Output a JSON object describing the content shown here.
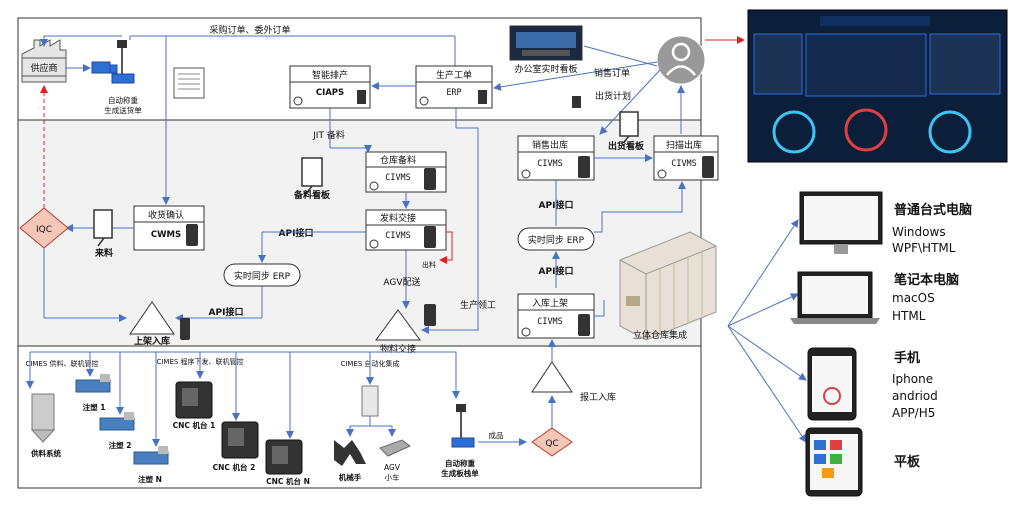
{
  "colors": {
    "flow_line": "#4a72c4",
    "red_line": "#e02020",
    "box_stroke": "#333333",
    "band_fill": "#f2f2f2",
    "dark_panel": "#0b1e3a",
    "iqc_fill": "#f4c7b8",
    "iqc_stroke": "#c0392b"
  },
  "top": {
    "supplier": "供应商",
    "purchase_order": "采购订单、委外订单",
    "auto_weigh": "自动称重",
    "gen_delivery_note": "生成送货单",
    "smart_sched": "智能排产",
    "ciaps": "CIAPS",
    "prod_order": "生产工单",
    "erp": "ERP",
    "office_board": "办公室实时看板",
    "sales_order": "销售订单",
    "ship_plan": "出货计划"
  },
  "middle": {
    "jit": "JIT 备料",
    "wh_prep": "仓库备料",
    "civms": "CIVMS",
    "prep_board": "备料看板",
    "receive_confirm": "收货确认",
    "cwms": "CWMS",
    "iqc": "IQC",
    "incoming": "来料",
    "issue_handover": "发料交接",
    "api_port": "API接口",
    "realtime_sync": "实时同步 ERP",
    "outbound_stock": "出料",
    "agv_delivery": "AGV配送",
    "prod_receive": "生产领工",
    "shelf_in": "上架入库",
    "material_handover": "物料交接",
    "sales_out": "销售出库",
    "ship_board": "出货看板",
    "scan_out": "扫描出库",
    "in_shelf": "入库上架",
    "stereo_wh": "立体仓库集成"
  },
  "bottom": {
    "cimes_feed": "CIMES 供料、联机管控",
    "cimes_prog": "CIMES 程序下发、联机管控",
    "cimes_auto": "CIMES 自动化集成",
    "mold1": "注塑 1",
    "mold2": "注塑 2",
    "moldN": "注塑 N",
    "feed_sys": "供料系统",
    "cnc1": "CNC 机台 1",
    "cnc2": "CNC 机台 2",
    "cncN": "CNC 机台 N",
    "robot_arm": "机械手",
    "agv_car": "AGV\n小车",
    "auto_weigh2": "自动称重",
    "gen_pallet": "生成板栈单",
    "finished": "成品",
    "qc": "QC",
    "report_in": "报工入库"
  },
  "devices": {
    "pc_title": "普通台式电脑",
    "pc_desc1": "Windows",
    "pc_desc2": "WPF\\HTML",
    "laptop_title": "笔记本电脑",
    "laptop_desc1": "macOS",
    "laptop_desc2": "HTML",
    "phone_title": "手机",
    "phone_desc1": "Iphone",
    "phone_desc2": "andriod",
    "phone_desc3": "APP/H5",
    "pad_title": "平板"
  }
}
